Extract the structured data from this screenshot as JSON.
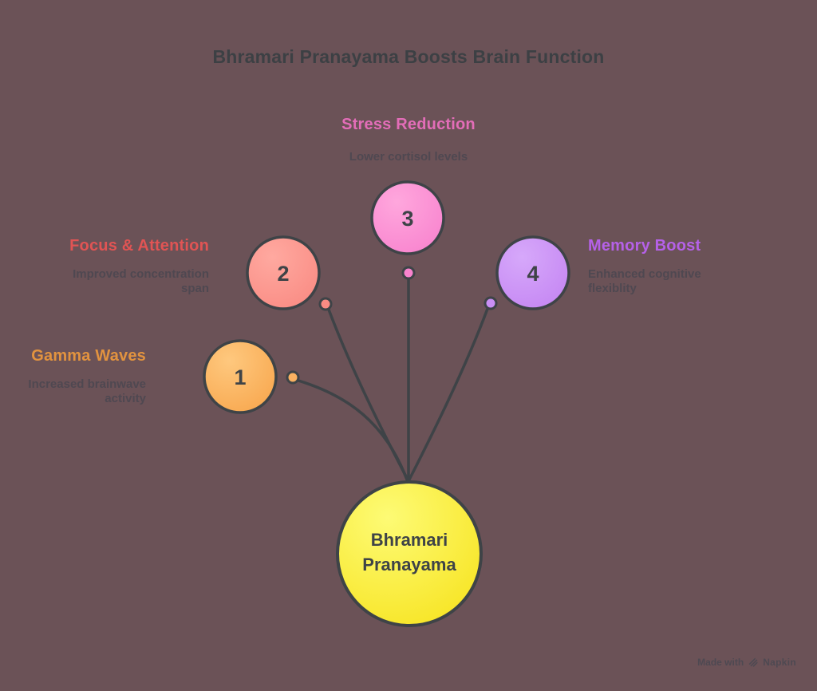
{
  "title": "Bhramari Pranayama Boosts Brain Function",
  "center": {
    "label": "Bhramari Pranayama"
  },
  "nodes": [
    {
      "number": "1",
      "heading": "Gamma Waves",
      "description": "Increased brainwave activity",
      "accent": "#E2933F",
      "fill": "#F9A952"
    },
    {
      "number": "2",
      "heading": "Focus & Attention",
      "description": "Improved concentration span",
      "accent": "#E15454",
      "fill": "#FA8C84"
    },
    {
      "number": "3",
      "heading": "Stress Reduction",
      "description": "Lower cortisol levels",
      "accent": "#E36DB8",
      "fill": "#F884CF"
    },
    {
      "number": "4",
      "heading": "Memory Boost",
      "description": "Enhanced cognitive flexiblity",
      "accent": "#B561E8",
      "fill": "#C687F4"
    }
  ],
  "watermark": {
    "prefix": "Made with",
    "brand": "Napkin",
    "icon": "napkin-logo-icon"
  },
  "colors": {
    "background": "#6B5257",
    "line": "#3E4347",
    "title_text": "#3C4044",
    "description_text": "#4F4851",
    "center_fill": "#F8E523"
  }
}
